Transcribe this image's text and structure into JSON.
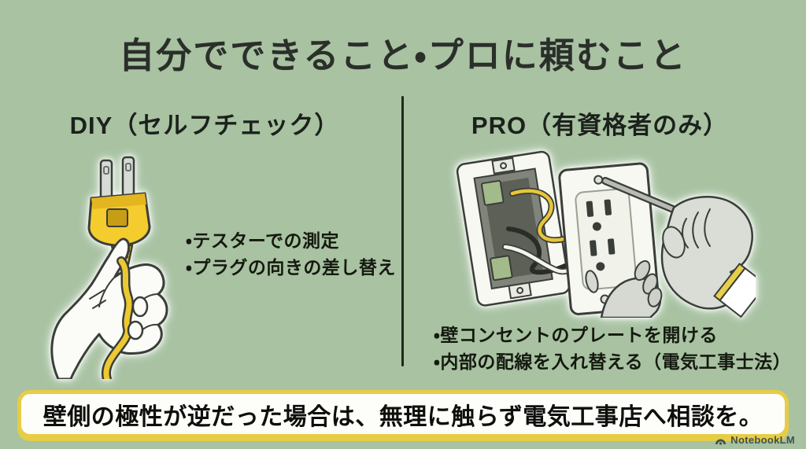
{
  "title": "自分でできること・プロに頼むこと",
  "diy": {
    "heading": "DIY（セルフチェック）",
    "bullets": [
      "・テスターでの測定",
      "・プラグの向きの差し替え"
    ],
    "illustration": "hand-holding-yellow-plug-icon"
  },
  "pro": {
    "heading": "PRO（有資格者のみ）",
    "bullets": [
      "・壁コンセントのプレートを開ける",
      "・内部の配線を入れ替える（電気工事士法）"
    ],
    "illustration": "wall-outlet-screwdriver-gloved-hands-icon"
  },
  "banner": "壁側の極性が逆だった場合は、無理に触らず電気工事店へ相談を。",
  "watermark": "NotebookLM",
  "colors": {
    "background": "#a8c2a2",
    "heading_text": "#1c211c",
    "divider": "#20271f",
    "banner_background": "#fdfdfa",
    "banner_border": "#e6cd45",
    "banner_text": "#0e0f0c",
    "accent_yellow": "#f2c838",
    "glove_gray": "#d8dad4",
    "watermark_text": "#41514a"
  }
}
